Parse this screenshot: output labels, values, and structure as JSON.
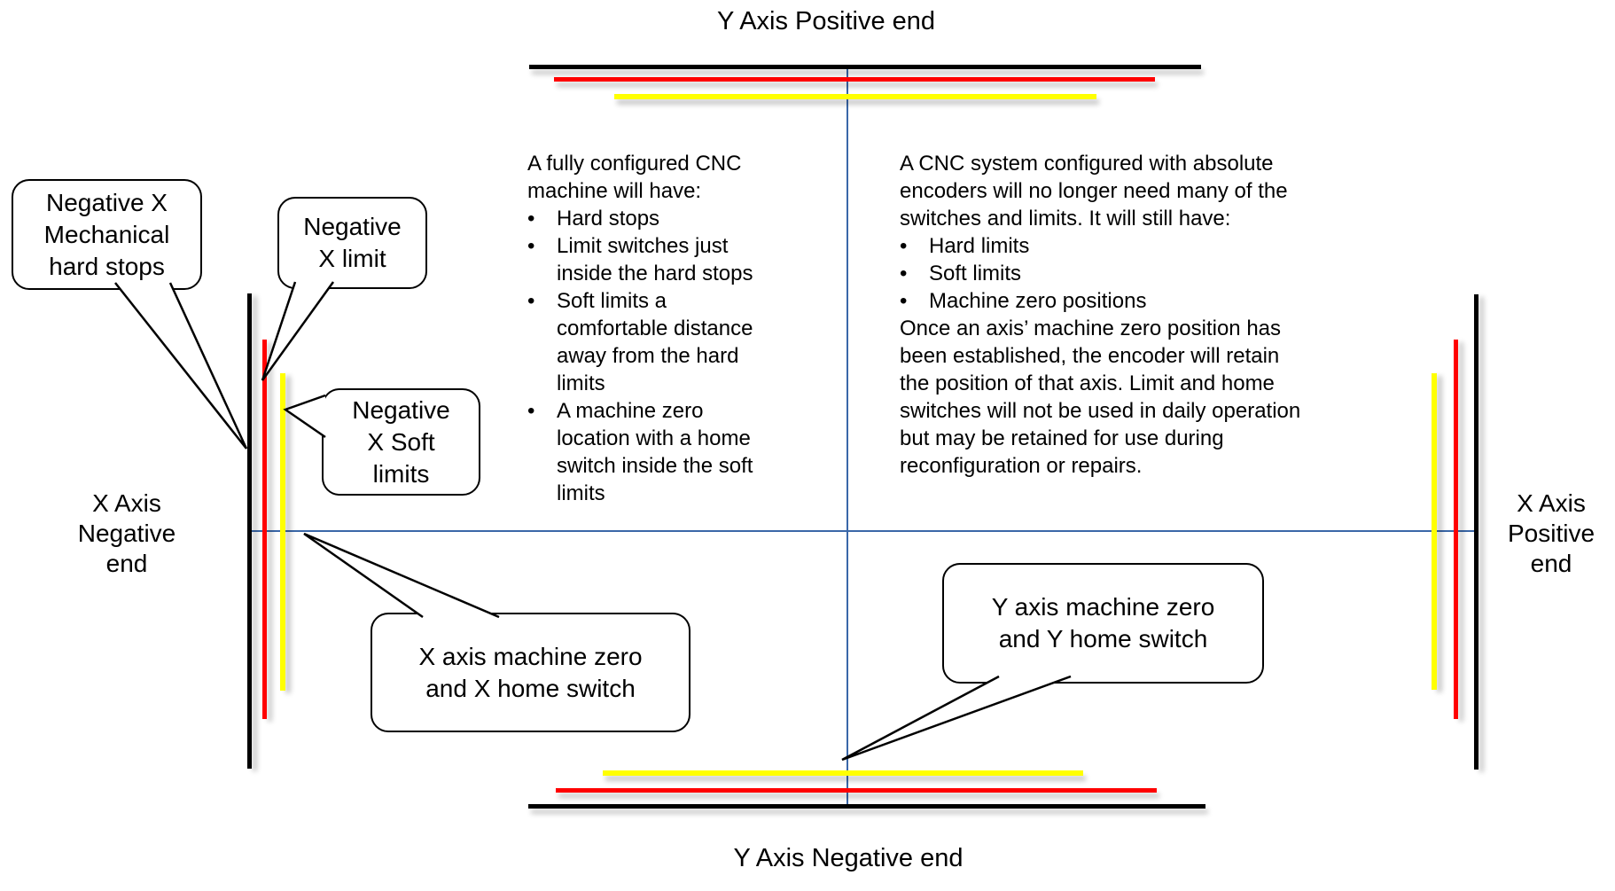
{
  "colors": {
    "hard_stop": "#000000",
    "limit_switch": "#ff0000",
    "soft_limit": "#ffff00",
    "axis": "#3a67a8"
  },
  "titles": {
    "top": "Y Axis Positive end",
    "bottom": "Y Axis Negative end"
  },
  "axis_labels": {
    "left": [
      "X Axis",
      "Negative",
      "end"
    ],
    "right": [
      "X Axis",
      "Positive",
      "end"
    ]
  },
  "bullet_char": "•",
  "left_block": {
    "intro": [
      "A fully configured CNC",
      "machine will have:"
    ],
    "items": [
      [
        "Hard stops"
      ],
      [
        "Limit switches just",
        "inside the hard stops"
      ],
      [
        "Soft limits a",
        "comfortable distance",
        "away from the hard",
        "limits"
      ],
      [
        "A machine zero",
        "location with a home",
        "switch inside the soft",
        "limits"
      ]
    ]
  },
  "right_block": {
    "intro": [
      "A CNC system configured with absolute",
      "encoders will no longer need many of the",
      "switches and limits. It will still have:"
    ],
    "items": [
      [
        "Hard limits"
      ],
      [
        "Soft limits"
      ],
      [
        "Machine zero positions"
      ]
    ],
    "outro": [
      "Once an axis’ machine zero position has",
      "been established, the encoder will retain",
      "the position of that axis. Limit and home",
      "switches will not be used in daily operation",
      "but may be retained for use during",
      "reconfiguration or repairs."
    ]
  },
  "callouts": [
    {
      "id": "negative-x-mechanical-hard-stops",
      "lines": [
        "Negative X",
        "Mechanical",
        "hard stops"
      ]
    },
    {
      "id": "negative-x-limit",
      "lines": [
        "Negative",
        "X limit"
      ]
    },
    {
      "id": "negative-x-soft-limits",
      "lines": [
        "Negative",
        "X Soft",
        "limits"
      ]
    },
    {
      "id": "x-axis-machine-zero",
      "lines": [
        "X axis machine zero",
        "and X home switch"
      ]
    },
    {
      "id": "y-axis-machine-zero",
      "lines": [
        "Y axis machine zero",
        "and Y home switch"
      ]
    }
  ]
}
